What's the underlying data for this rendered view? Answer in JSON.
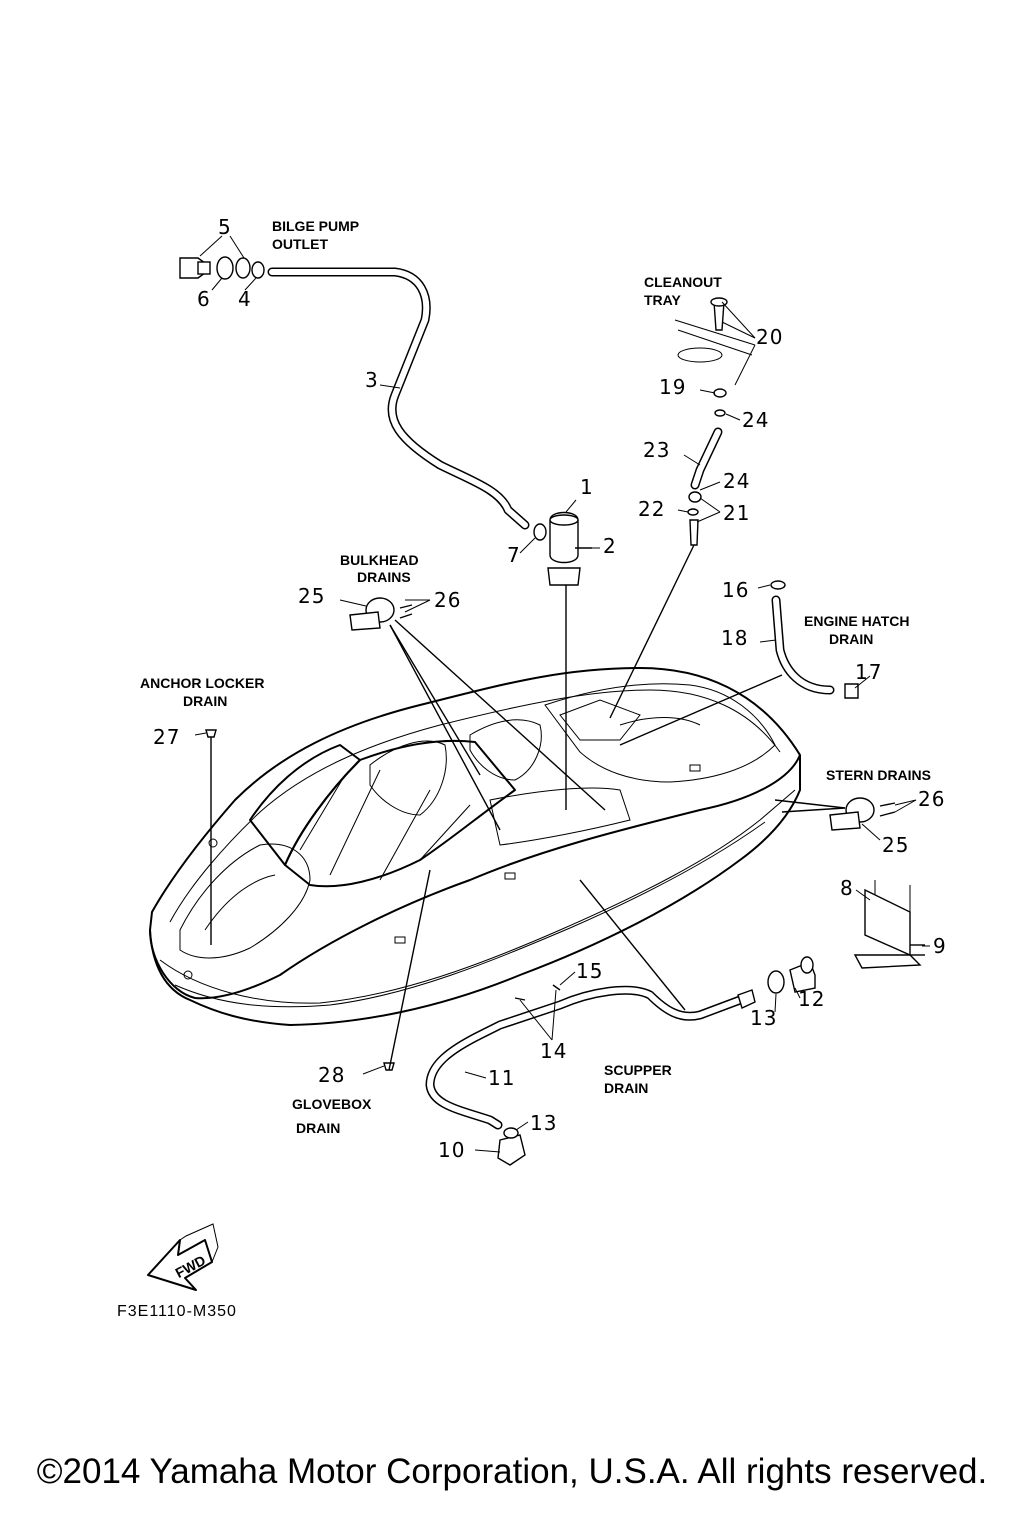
{
  "labels": {
    "bilge_pump_outlet": [
      "BILGE PUMP",
      "OUTLET"
    ],
    "cleanout_tray": [
      "CLEANOUT",
      "TRAY"
    ],
    "bulkhead_drains": [
      "BULKHEAD",
      "DRAINS"
    ],
    "engine_hatch_drain": [
      "ENGINE HATCH",
      "DRAIN"
    ],
    "anchor_locker_drain": [
      "ANCHOR LOCKER",
      "DRAIN"
    ],
    "stern_drains": [
      "STERN DRAINS"
    ],
    "scupper_drain": [
      "SCUPPER",
      "DRAIN"
    ],
    "glovebox_drain": [
      "GLOVEBOX",
      "DRAIN"
    ]
  },
  "callouts": {
    "n1": "1",
    "n2": "2",
    "n3": "3",
    "n4": "4",
    "n5": "5",
    "n6": "6",
    "n7": "7",
    "n8": "8",
    "n9": "9",
    "n10": "10",
    "n11": "11",
    "n12": "12",
    "n13a": "13",
    "n13b": "13",
    "n14": "14",
    "n15": "15",
    "n16": "16",
    "n17": "17",
    "n18": "18",
    "n19": "19",
    "n20": "20",
    "n21": "21",
    "n22": "22",
    "n23": "23",
    "n24a": "24",
    "n24b": "24",
    "n25a": "25",
    "n25b": "25",
    "n26a": "26",
    "n26b": "26",
    "n27": "27",
    "n28": "28"
  },
  "fwd_arrow": "FWD",
  "diagram_code": "F3E1110-M350",
  "copyright": "©2014 Yamaha Motor Corporation, U.S.A. All rights reserved."
}
